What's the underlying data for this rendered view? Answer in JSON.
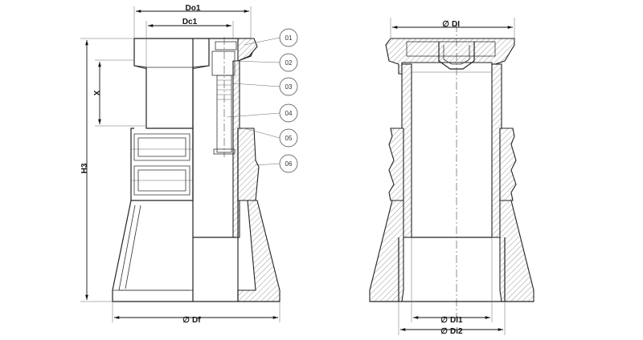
{
  "drawing": {
    "dimensions": {
      "do1": "Do1",
      "dc1": "Dc1",
      "x": "X",
      "h3": "H3",
      "df": "Df",
      "di": "DI",
      "di1": "Di1",
      "di2": "Di2",
      "diameter_symbol": "∅"
    },
    "callouts": [
      "01",
      "02",
      "03",
      "04",
      "05",
      "06"
    ]
  }
}
